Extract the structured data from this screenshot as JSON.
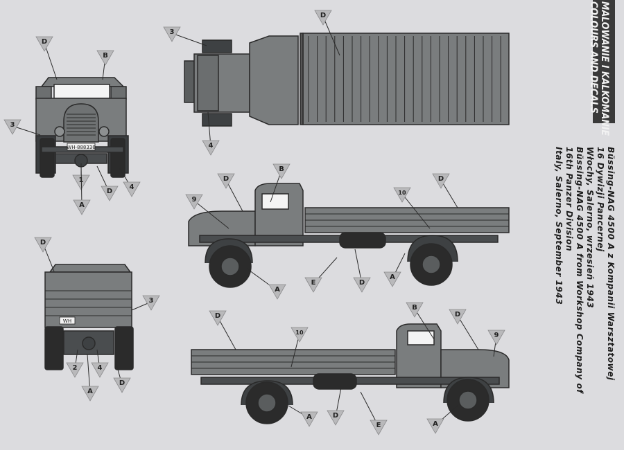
{
  "header": {
    "title_pl": "MALOWANIE I KALKOMANIE",
    "title_en": "COLOURS AND DECALS"
  },
  "description": {
    "lines": [
      "Büssing-NAG 4500 A z Kompanii Warsztatowej",
      "16 Dywizji Pancernej",
      "Włochy, Salerno, wrzesień 1943",
      "Büssing-NAG 4500 A from Workshop Company of",
      "16th Panzer Division",
      "Italy, Salerno, September 1943"
    ]
  },
  "plates": {
    "front": "WH-888338",
    "rear": "WH"
  },
  "markers": {
    "front_view": [
      "D",
      "B",
      "3",
      "1",
      "4",
      "D",
      "A"
    ],
    "rear_view": [
      "D",
      "3",
      "2",
      "4",
      "A",
      "D"
    ],
    "top_view": [
      "D",
      "3",
      "4"
    ],
    "left_side_view": [
      "B",
      "D",
      "9",
      "10",
      "D",
      "E",
      "D",
      "A",
      "A"
    ],
    "right_side_view": [
      "B",
      "D",
      "10",
      "D",
      "9",
      "A",
      "D",
      "E",
      "A"
    ]
  },
  "colors": {
    "paper": "#dcdcdf",
    "vehicle_fill": "#7a7d7e",
    "vehicle_dark": "#3e4143",
    "outline": "#2a2a2a",
    "marker_fill": "#b9b9bb",
    "tire": "#2b2b2b"
  }
}
